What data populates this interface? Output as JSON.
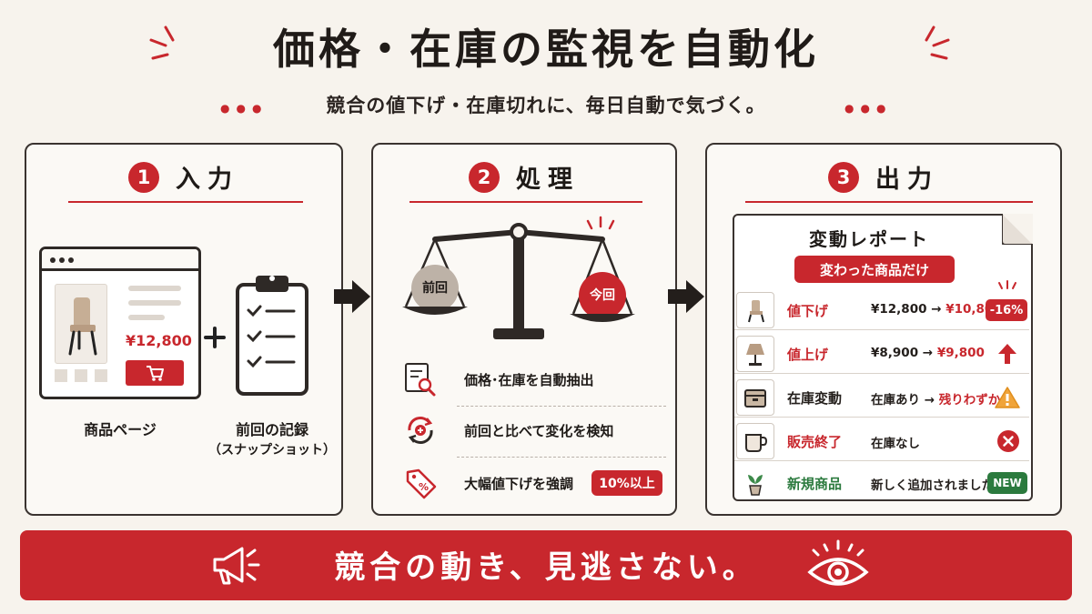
{
  "header": {
    "title": "価格・在庫の監視を自動化",
    "subtitle": "競合の値下げ・在庫切れに、毎日自動で気づく。"
  },
  "steps": [
    {
      "number": "1",
      "title": "入力",
      "product_price": "¥12,800",
      "product_page_label": "商品ページ",
      "record_label": "前回の記録",
      "record_sub": "（スナップショット）"
    },
    {
      "number": "2",
      "title": "処理",
      "scale_left": "前回",
      "scale_right": "今回",
      "items": [
        {
          "text": "価格･在庫を自動抽出"
        },
        {
          "text": "前回と比べて変化を検知"
        },
        {
          "text": "大幅値下げを強調",
          "badge": "10%以上"
        }
      ]
    },
    {
      "number": "3",
      "title": "出力",
      "report_title": "変動レポート",
      "report_tag": "変わった商品だけ",
      "rows": [
        {
          "kind": "値下げ",
          "from": "¥12,800 →",
          "to": "¥10,800",
          "badge": "-16%"
        },
        {
          "kind": "値上げ",
          "from": "¥8,900 →",
          "to": "¥9,800"
        },
        {
          "kind": "在庫変動",
          "from": "在庫あり →",
          "to": "残りわずか"
        },
        {
          "kind": "販売終了",
          "from": "在庫なし",
          "to": ""
        },
        {
          "kind": "新規商品",
          "from": "新しく追加されました",
          "to": "",
          "badge": "NEW"
        }
      ]
    }
  ],
  "footer": {
    "slogan": "競合の動き、見逃さない。"
  },
  "colors": {
    "accent": "#c8272d",
    "green": "#2b7a3e",
    "background": "#f7f3ed"
  }
}
